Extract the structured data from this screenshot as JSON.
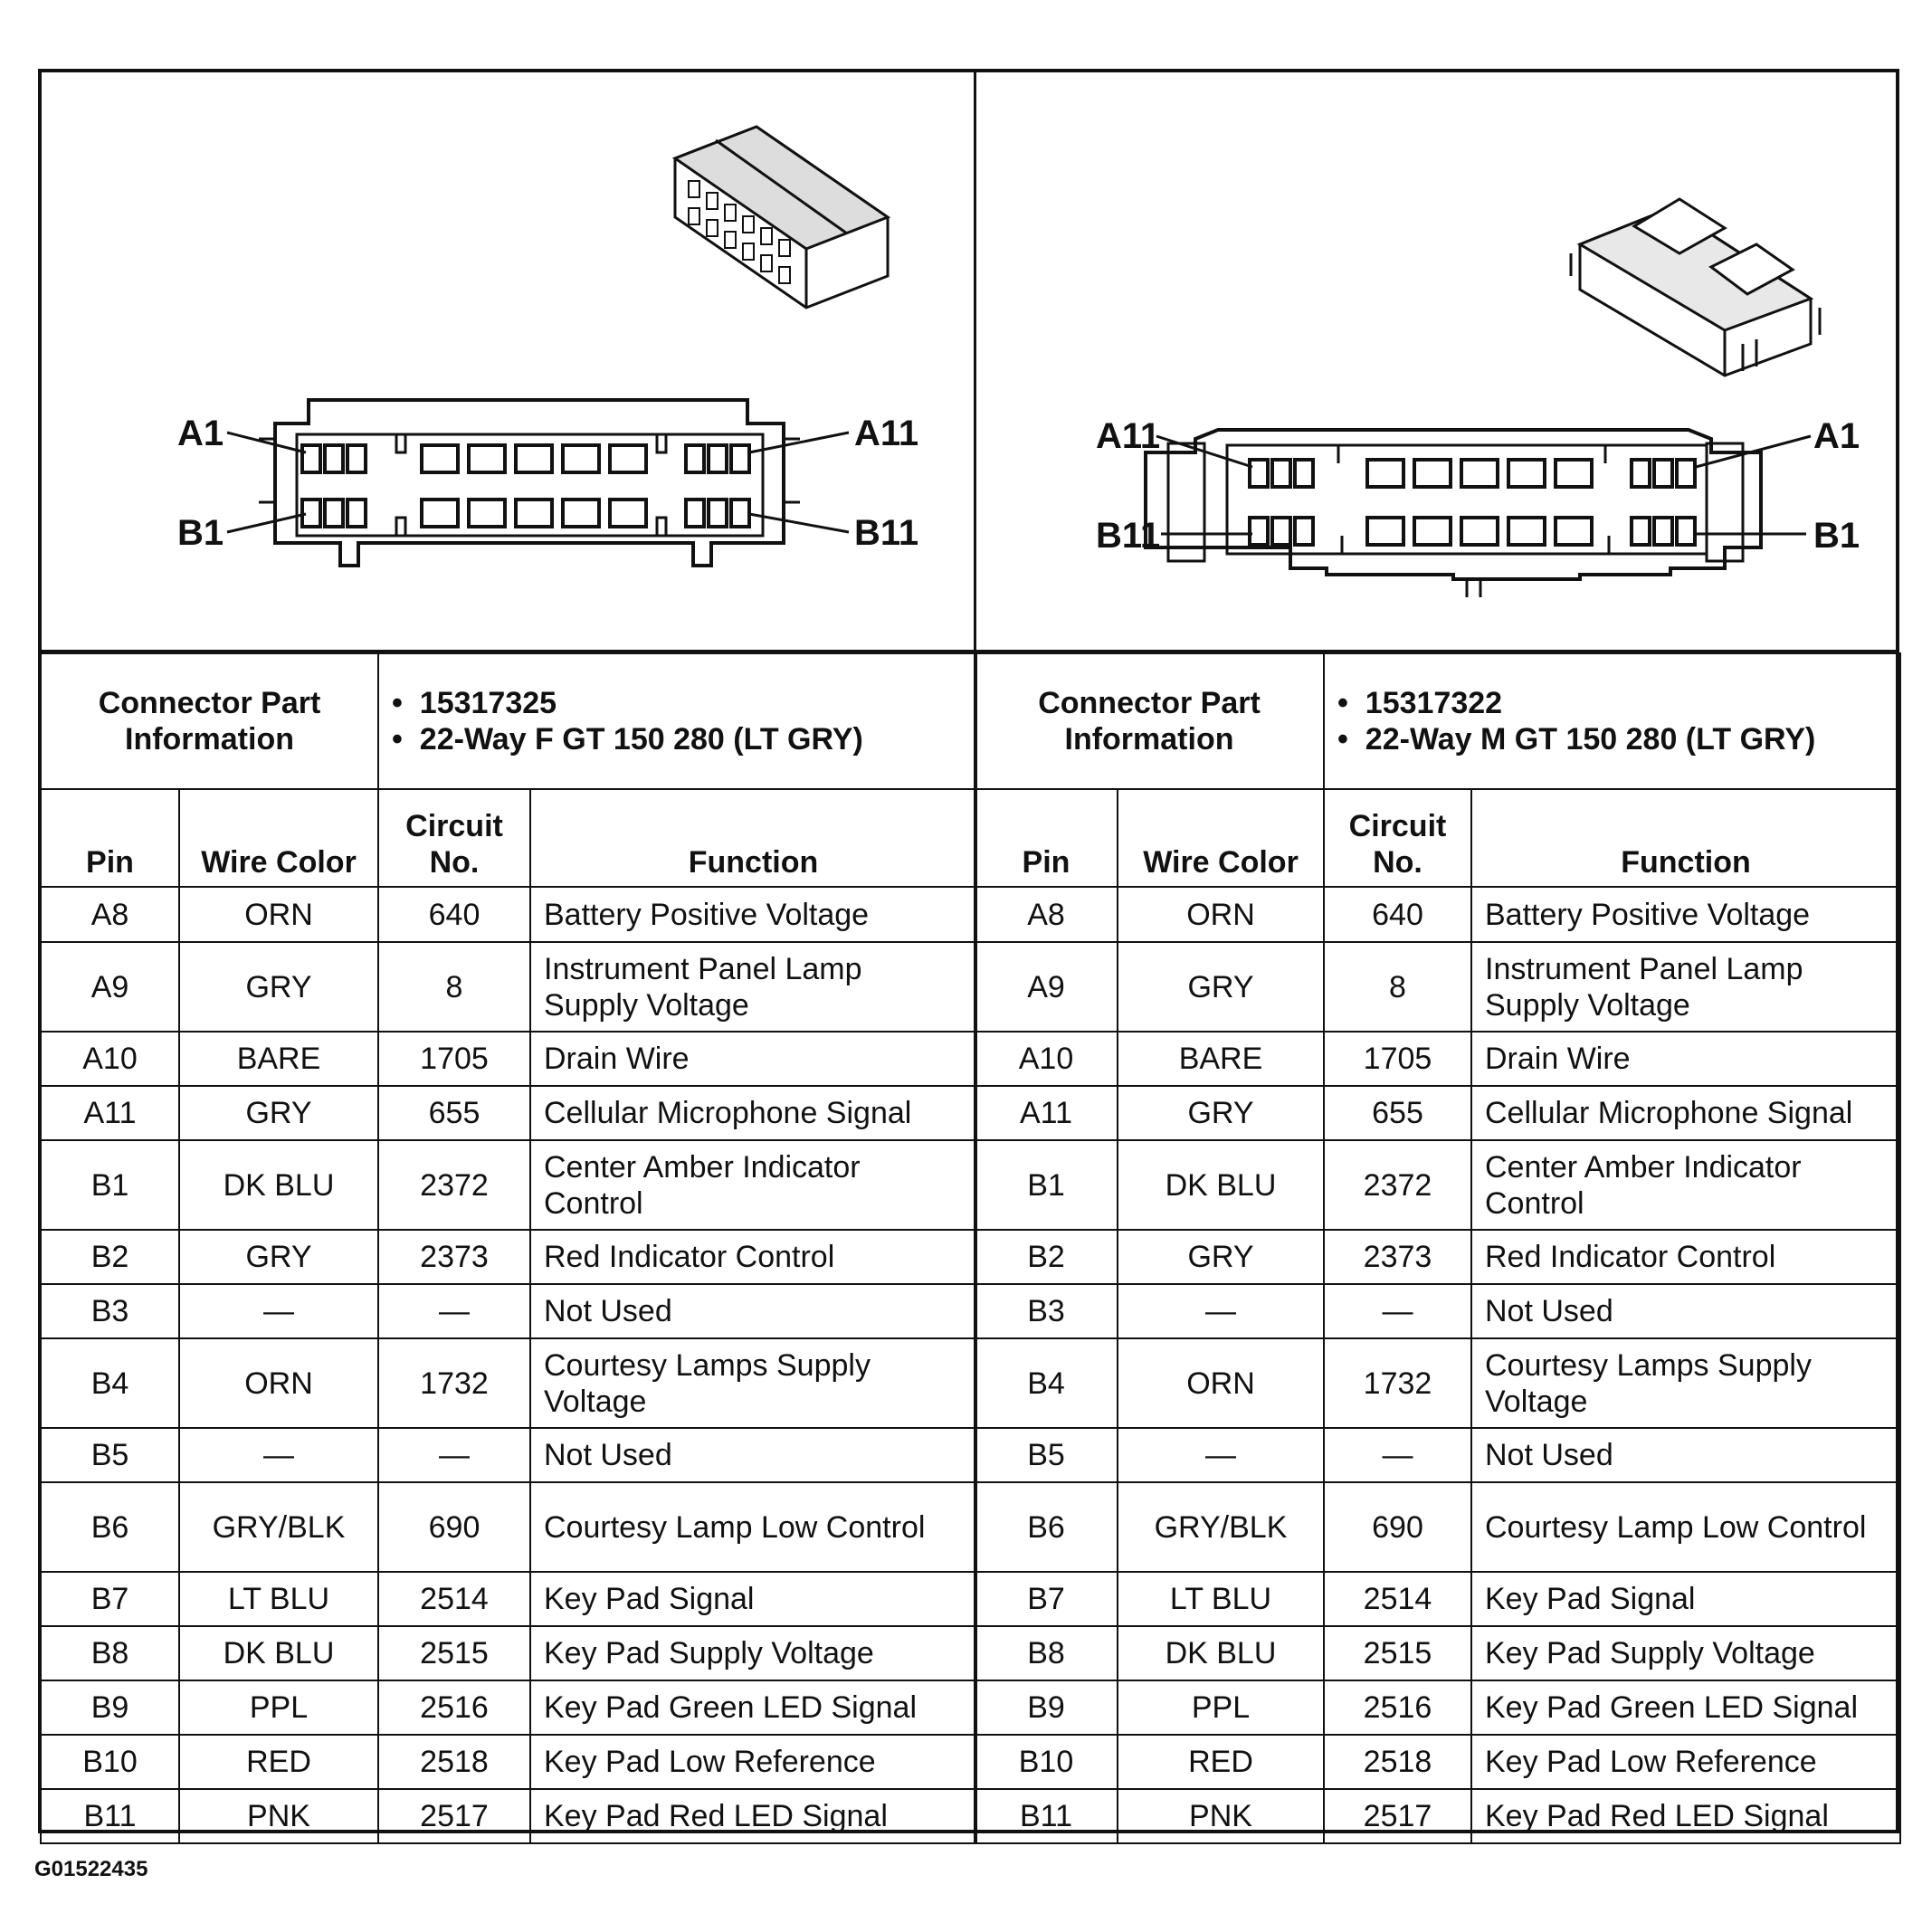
{
  "figure_id": "G01522435",
  "connectors": [
    {
      "side": "left",
      "labels": {
        "top_left": "A1",
        "top_right": "A11",
        "bottom_left": "B1",
        "bottom_right": "B11"
      },
      "info_label": "Connector Part Information",
      "info_items": [
        "15317325",
        "22-Way F GT 150 280 (LT GRY)"
      ],
      "headers": {
        "pin": "Pin",
        "wire_color": "Wire Color",
        "circuit_no": "Circuit No.",
        "function": "Function"
      },
      "rows": [
        {
          "pin": "A8",
          "wire": "ORN",
          "circuit": "640",
          "function": "Battery Positive Voltage"
        },
        {
          "pin": "A9",
          "wire": "GRY",
          "circuit": "8",
          "function": "Instrument Panel Lamp Supply Voltage"
        },
        {
          "pin": "A10",
          "wire": "BARE",
          "circuit": "1705",
          "function": "Drain Wire"
        },
        {
          "pin": "A11",
          "wire": "GRY",
          "circuit": "655",
          "function": "Cellular Microphone Signal"
        },
        {
          "pin": "B1",
          "wire": "DK BLU",
          "circuit": "2372",
          "function": "Center Amber Indicator Control"
        },
        {
          "pin": "B2",
          "wire": "GRY",
          "circuit": "2373",
          "function": "Red Indicator Control"
        },
        {
          "pin": "B3",
          "wire": "—",
          "circuit": "—",
          "function": "Not Used"
        },
        {
          "pin": "B4",
          "wire": "ORN",
          "circuit": "1732",
          "function": "Courtesy Lamps Supply Voltage"
        },
        {
          "pin": "B5",
          "wire": "—",
          "circuit": "—",
          "function": "Not Used"
        },
        {
          "pin": "B6",
          "wire": "GRY/BLK",
          "circuit": "690",
          "function": "Courtesy Lamp Low Control"
        },
        {
          "pin": "B7",
          "wire": "LT BLU",
          "circuit": "2514",
          "function": "Key Pad Signal"
        },
        {
          "pin": "B8",
          "wire": "DK BLU",
          "circuit": "2515",
          "function": "Key Pad Supply Voltage"
        },
        {
          "pin": "B9",
          "wire": "PPL",
          "circuit": "2516",
          "function": "Key Pad Green LED Signal"
        },
        {
          "pin": "B10",
          "wire": "RED",
          "circuit": "2518",
          "function": "Key Pad Low Reference"
        },
        {
          "pin": "B11",
          "wire": "PNK",
          "circuit": "2517",
          "function": "Key Pad Red LED Signal"
        }
      ]
    },
    {
      "side": "right",
      "labels": {
        "top_left": "A11",
        "top_right": "A1",
        "bottom_left": "B11",
        "bottom_right": "B1"
      },
      "info_label": "Connector Part Information",
      "info_items": [
        "15317322",
        "22-Way M GT 150 280 (LT GRY)"
      ],
      "headers": {
        "pin": "Pin",
        "wire_color": "Wire Color",
        "circuit_no": "Circuit No.",
        "function": "Function"
      },
      "rows": [
        {
          "pin": "A8",
          "wire": "ORN",
          "circuit": "640",
          "function": "Battery Positive Voltage"
        },
        {
          "pin": "A9",
          "wire": "GRY",
          "circuit": "8",
          "function": "Instrument Panel Lamp Supply Voltage"
        },
        {
          "pin": "A10",
          "wire": "BARE",
          "circuit": "1705",
          "function": "Drain Wire"
        },
        {
          "pin": "A11",
          "wire": "GRY",
          "circuit": "655",
          "function": "Cellular Microphone Signal"
        },
        {
          "pin": "B1",
          "wire": "DK BLU",
          "circuit": "2372",
          "function": "Center Amber Indicator Control"
        },
        {
          "pin": "B2",
          "wire": "GRY",
          "circuit": "2373",
          "function": "Red Indicator Control"
        },
        {
          "pin": "B3",
          "wire": "—",
          "circuit": "—",
          "function": "Not Used"
        },
        {
          "pin": "B4",
          "wire": "ORN",
          "circuit": "1732",
          "function": "Courtesy Lamps Supply Voltage"
        },
        {
          "pin": "B5",
          "wire": "—",
          "circuit": "—",
          "function": "Not Used"
        },
        {
          "pin": "B6",
          "wire": "GRY/BLK",
          "circuit": "690",
          "function": "Courtesy Lamp Low Control"
        },
        {
          "pin": "B7",
          "wire": "LT BLU",
          "circuit": "2514",
          "function": "Key Pad Signal"
        },
        {
          "pin": "B8",
          "wire": "DK BLU",
          "circuit": "2515",
          "function": "Key Pad Supply Voltage"
        },
        {
          "pin": "B9",
          "wire": "PPL",
          "circuit": "2516",
          "function": "Key Pad Green LED Signal"
        },
        {
          "pin": "B10",
          "wire": "RED",
          "circuit": "2518",
          "function": "Key Pad Low Reference"
        },
        {
          "pin": "B11",
          "wire": "PNK",
          "circuit": "2517",
          "function": "Key Pad Red LED Signal"
        }
      ]
    }
  ]
}
